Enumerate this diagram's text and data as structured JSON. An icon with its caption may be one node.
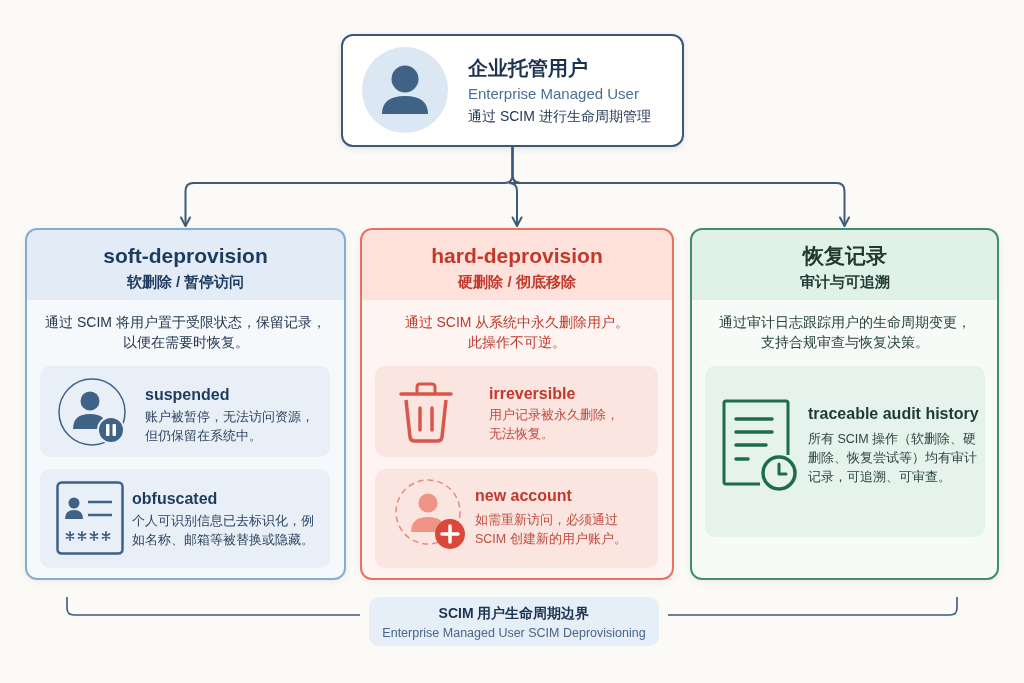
{
  "diagram": {
    "nodes": [
      {
        "text": [
          "企业托管用户",
          "Enterprise Managed User",
          "通过 SCIM 进行生命周期管理"
        ]
      },
      {
        "text": [
          "soft-deprovision",
          "软删除 / 暂停访问",
          "通过 SCIM 将用户置于受限状态，保留记录，以便在需要时恢复。"
        ]
      },
      {
        "text": [
          "suspended",
          "账户被暂停，无法访问资源，但仍保留在系统中。"
        ],
        "in": 1
      },
      {
        "text": [
          "obfuscated",
          "个人可识别信息已去标识化，例如名称、邮箱等被替换或隐藏。"
        ],
        "in": 1
      },
      {
        "text": [
          "hard-deprovision",
          "硬删除 / 彻底移除",
          "通过 SCIM 从系统中永久删除用户。此操作不可逆。"
        ]
      },
      {
        "text": [
          "irreversible",
          "用户记录被永久删除，无法恢复。"
        ],
        "in": 4
      },
      {
        "text": [
          "new account",
          "如需重新访问，必须通过 SCIM 创建新的用户账户。"
        ],
        "in": 4
      },
      {
        "text": [
          "恢复记录",
          "审计与可追溯",
          "通过审计日志跟踪用户的生命周期变更，支持合规审查与恢复决策。"
        ]
      },
      {
        "text": [
          "traceable audit history",
          "所有 SCIM 操作（软删除、硬删除、恢复尝试等）均有审计记录，可追溯、可审查。"
        ],
        "in": 7
      },
      {
        "text": [
          "SCIM 用户生命周期边界",
          "Enterprise Managed User SCIM Deprovisioning"
        ]
      }
    ],
    "edges": [
      {
        "from": 0,
        "to": 1,
        "arrow": "to"
      },
      {
        "from": 0,
        "to": 4,
        "arrow": "to"
      },
      {
        "from": 0,
        "to": 7,
        "arrow": "to"
      }
    ]
  }
}
